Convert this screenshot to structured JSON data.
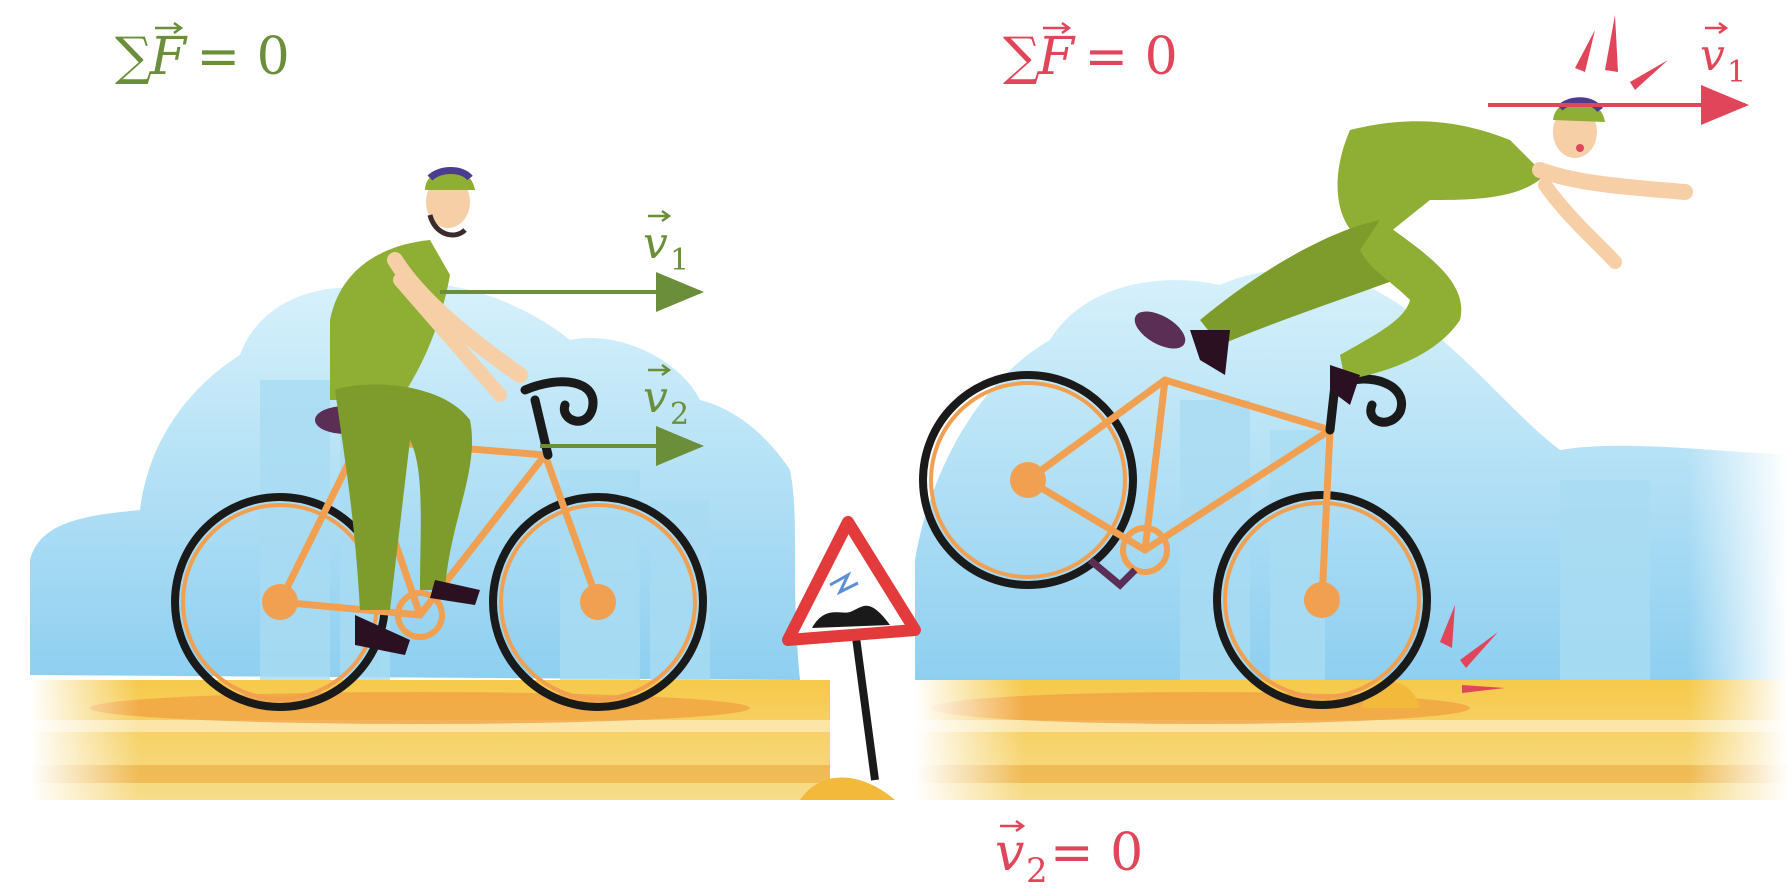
{
  "left_panel": {
    "equation": "∑F = 0",
    "equation_vector_symbol": "F",
    "equation_rest": " = 0",
    "velocity_1_label": "v",
    "velocity_1_sub": "1",
    "velocity_2_label": "v",
    "velocity_2_sub": "2",
    "color": "#6b8e3a"
  },
  "right_panel": {
    "equation_vector_symbol": "F",
    "equation_rest": " = 0",
    "velocity_1_label": "v",
    "velocity_1_sub": "1",
    "color": "#e0455a"
  },
  "bottom_equation": {
    "vector_symbol": "v",
    "sub": "2",
    "rest": "= 0",
    "color": "#e0455a"
  },
  "palette": {
    "frame_orange": "#f0a050",
    "tire_black": "#1a1a1a",
    "sky_light": "#bfe6f6",
    "sky_dark": "#8ecff0",
    "ground_yellow": "#f6c94a",
    "ground_orange": "#f0a040",
    "rider_green": "#8fae34",
    "skin": "#f6cfa6",
    "helmet_purple": "#4a3d8f",
    "sign_red": "#e33b3b"
  },
  "icons": [
    "road-bump-warning-sign-icon",
    "impact-burst-icon"
  ]
}
